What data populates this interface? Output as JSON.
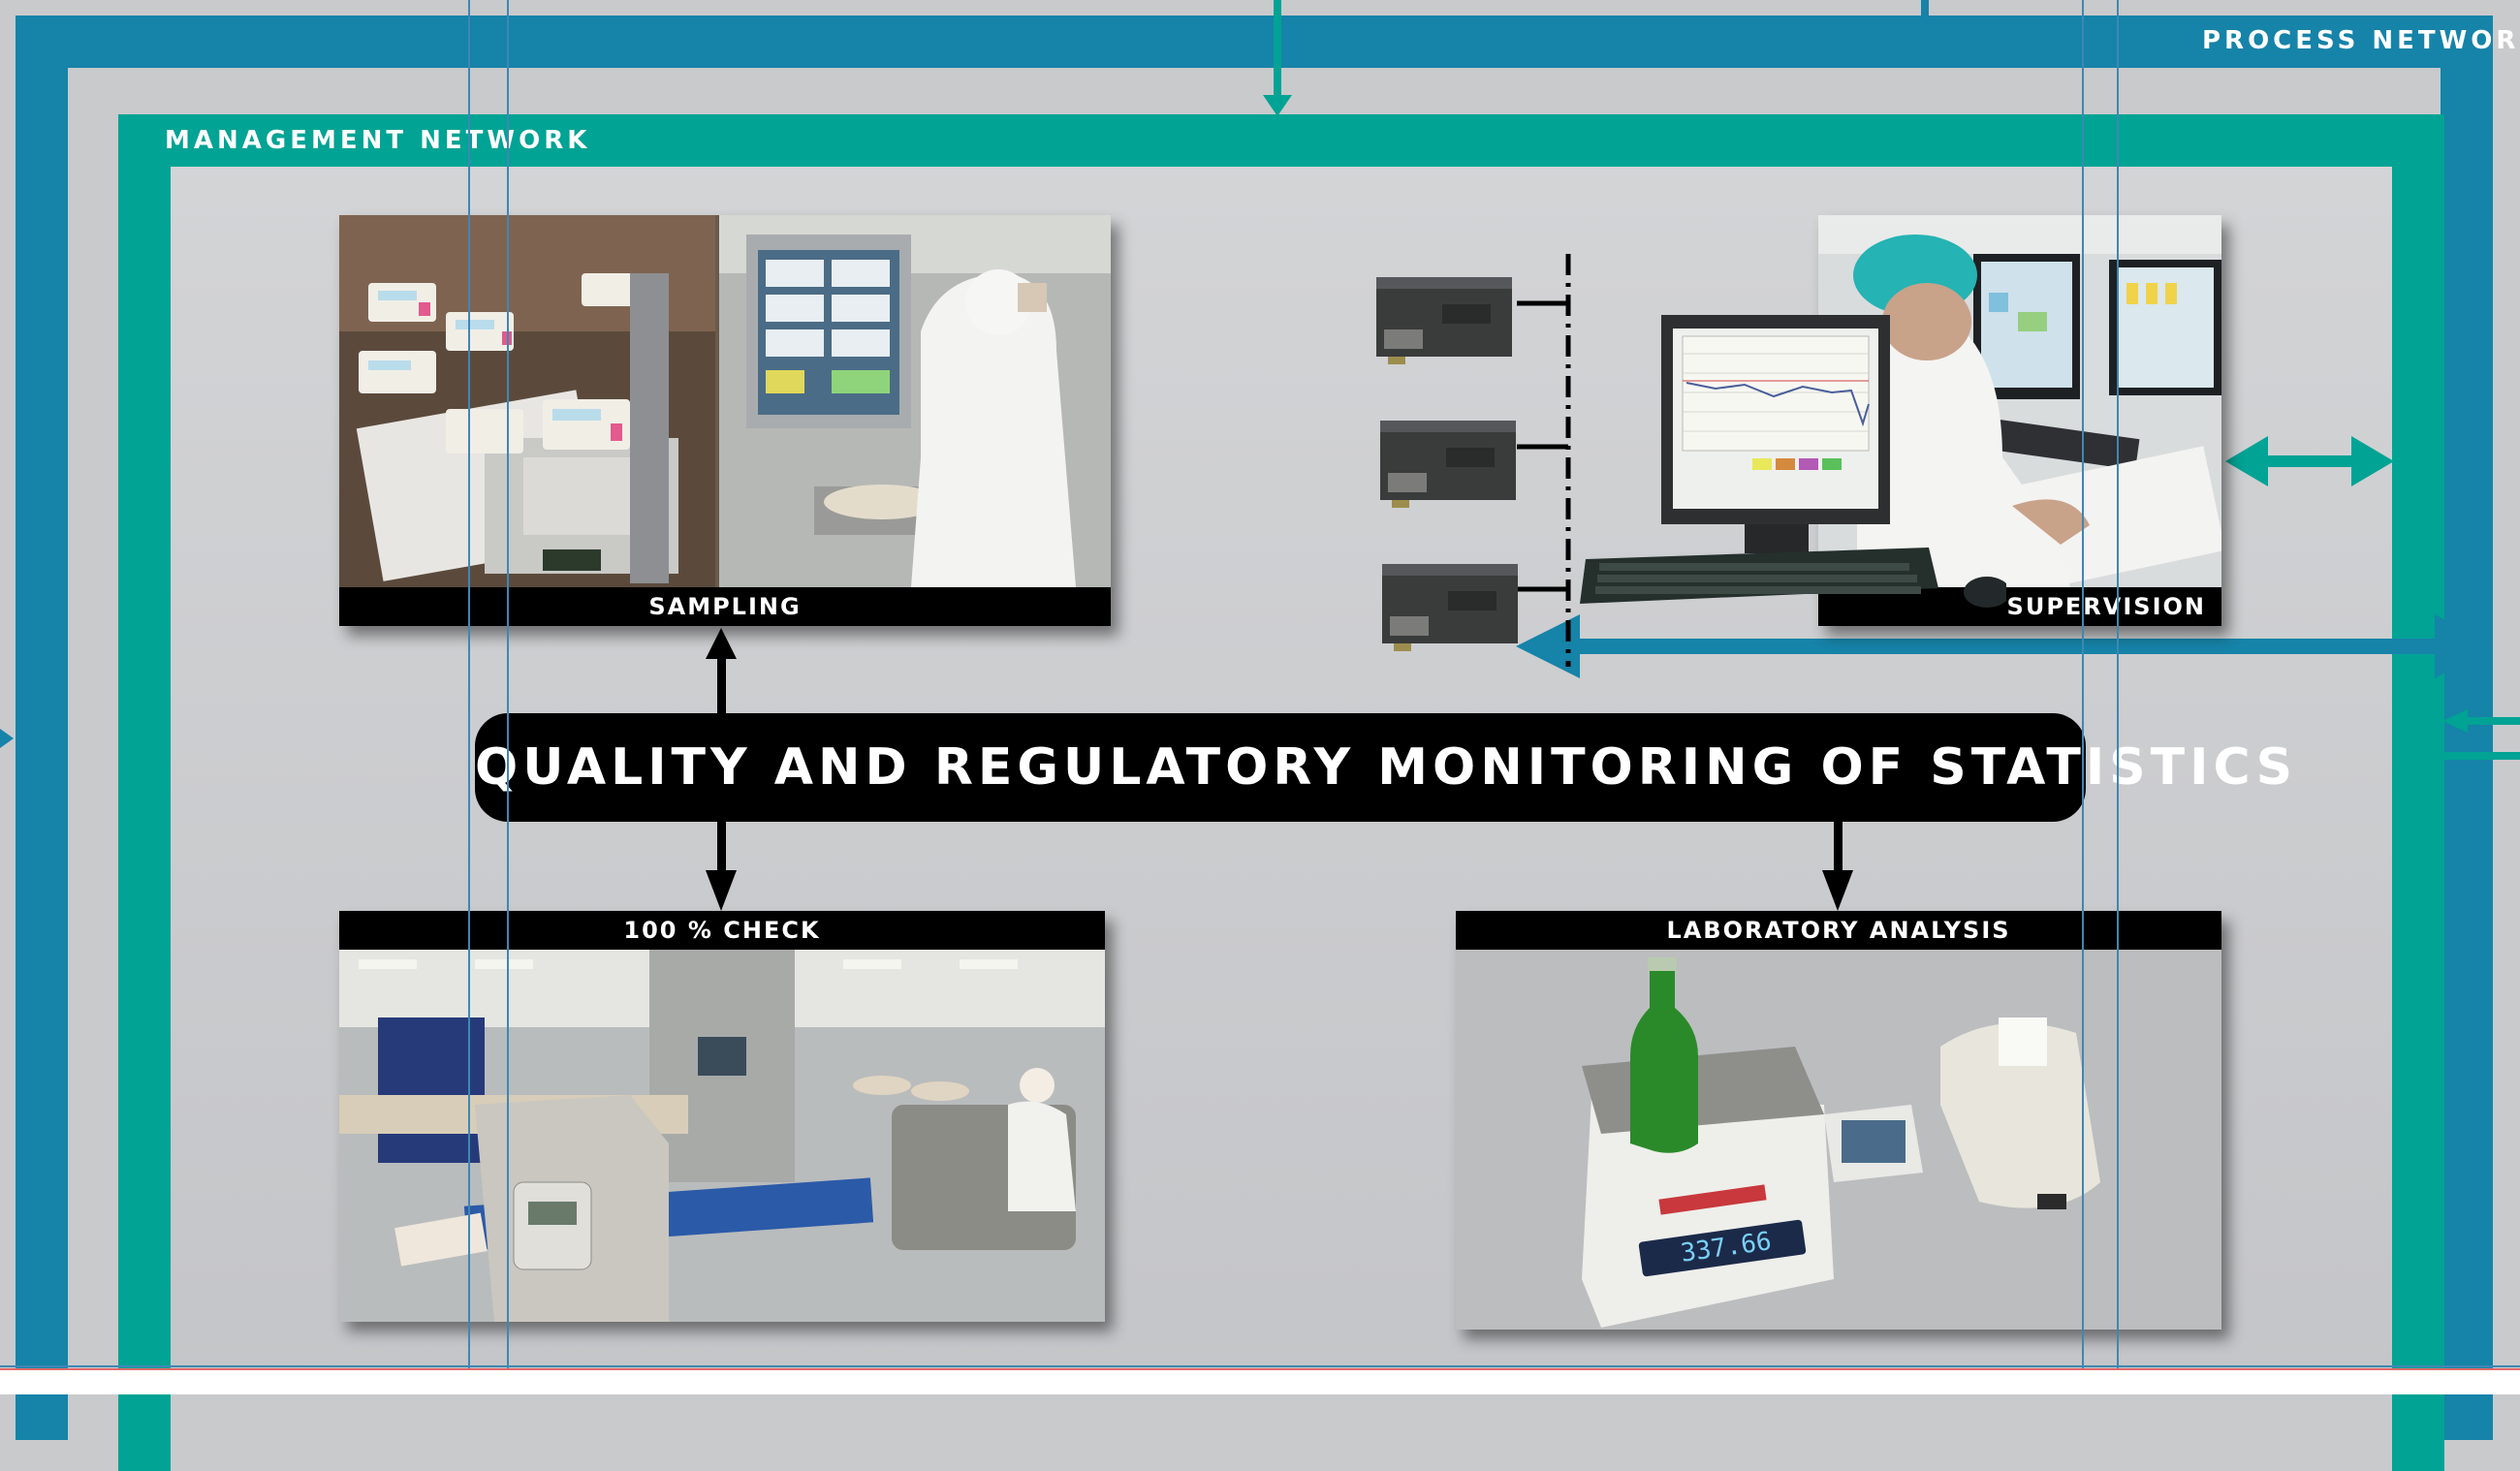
{
  "networks": {
    "process": {
      "label": "PROCESS NETWORK",
      "color": "#1683a8"
    },
    "management": {
      "label": "MANAGEMENT NETWORK",
      "color": "#00a394"
    }
  },
  "title": "QUALITY AND REGULATORY MONITORING OF STATISTICS",
  "stations": [
    {
      "id": "sampling",
      "caption": "SAMPLING"
    },
    {
      "id": "supervision",
      "caption": "SUPERVISION"
    },
    {
      "id": "hundred-check",
      "caption": "100 % CHECK"
    },
    {
      "id": "lab",
      "caption": "LABORATORY ANALYSIS"
    }
  ],
  "instruments": {
    "scale_reading": "337.66",
    "plc_units": 3
  },
  "colors": {
    "background": "#c9cacc",
    "process_blue": "#1683a8",
    "management_teal": "#00a394",
    "caption_black": "#000000"
  }
}
